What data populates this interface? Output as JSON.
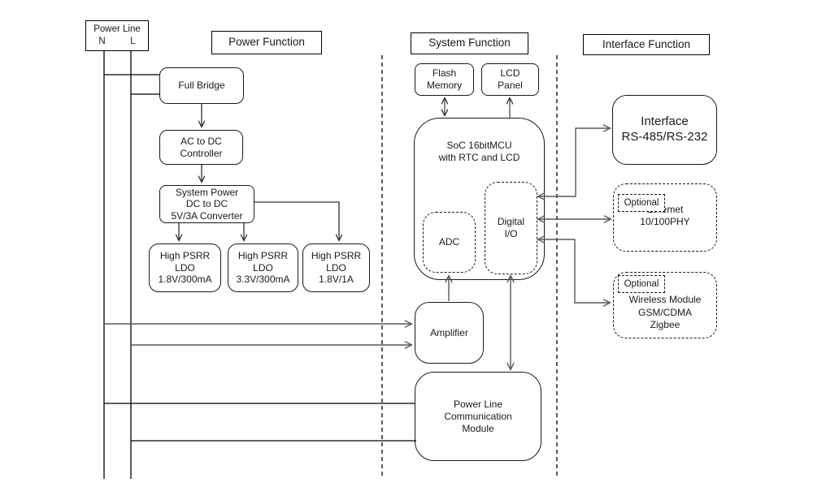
{
  "source": {
    "title": "Power Line",
    "n_label": "N",
    "l_label": "L"
  },
  "sections": {
    "power": "Power Function",
    "system": "System Function",
    "interface": "Interface Function"
  },
  "nodes": {
    "full_bridge": "Full Bridge",
    "ac_to_dc": "AC to DC\nController",
    "system_power": "System Power\nDC to DC\n5V/3A Converter",
    "ldo_1v8_300ma": "High PSRR\nLDO\n1.8V/300mA",
    "ldo_3v3_300ma": "High PSRR\nLDO\n3.3V/300mA",
    "ldo_1v8_1a": "High PSRR\nLDO\n1.8V/1A",
    "flash_memory": "Flash\nMemory",
    "lcd_panel": "LCD\nPanel",
    "soc": "SoC 16bitMCU\nwith RTC and LCD",
    "adc": "ADC",
    "digital_io": "Digital\nI/O",
    "amplifier": "Amplifier",
    "plc_module": "Power Line\nCommunication\nModule",
    "rs_interface": "Interface\nRS-485/RS-232",
    "optional_ethernet": "Optional",
    "ethernet": "Ethemet\n10/100PHY",
    "optional_wireless": "Optional",
    "wireless": "Wireless Module\nGSM/CDMA\nZigbee"
  },
  "colors": {
    "background": "#ffffff",
    "box_border": "#1a1a1a",
    "structure_line": "#000000",
    "connector_arrow": "#595959"
  }
}
